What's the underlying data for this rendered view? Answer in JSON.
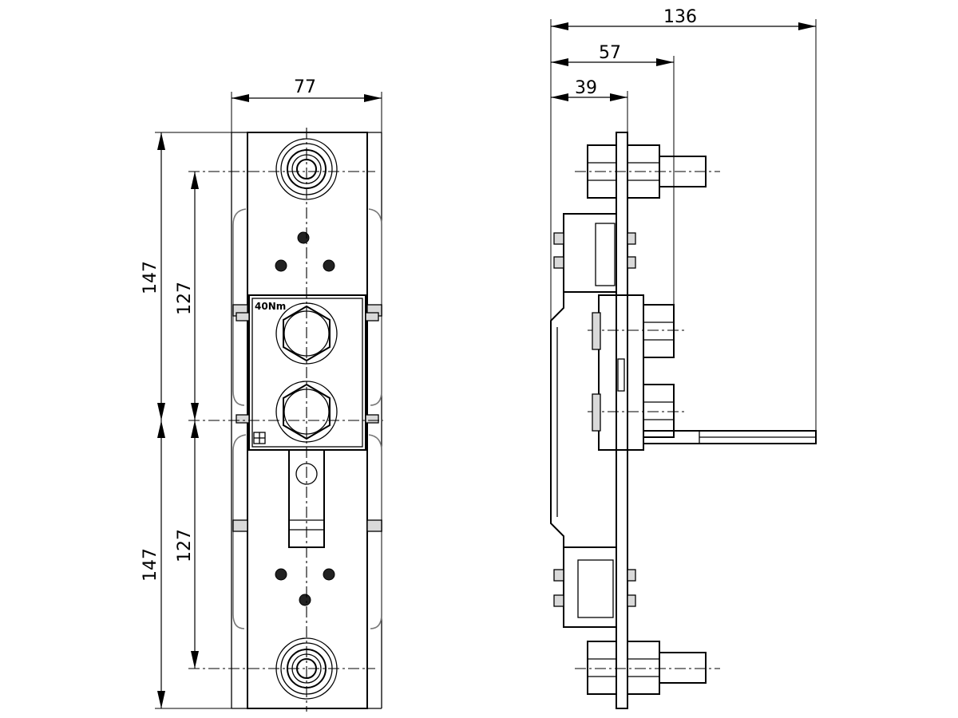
{
  "dimensions": {
    "front_width": "77",
    "front_height_upper": "147",
    "front_pitch_upper": "127",
    "front_height_lower": "147",
    "front_pitch_lower": "127",
    "side_total_depth": "136",
    "side_mid_depth": "57",
    "side_plate_depth": "39"
  },
  "labels": {
    "torque": "40Nm"
  }
}
